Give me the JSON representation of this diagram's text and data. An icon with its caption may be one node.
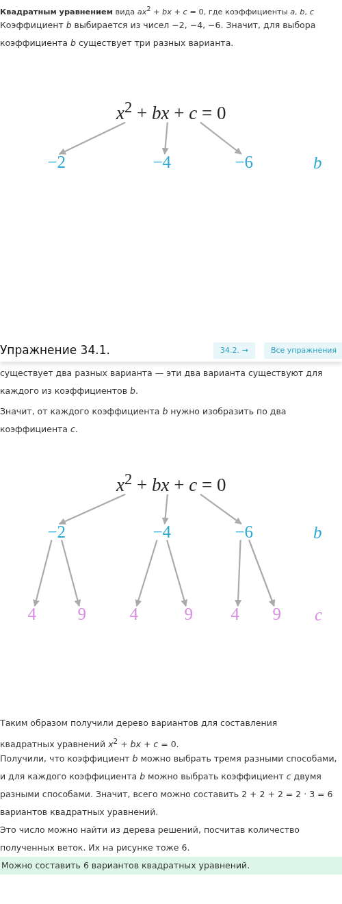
{
  "diagram": {
    "nodes": [
      {
        "text": [
          "*x*$^{2}$ + *bx* + *c* = 0"
        ]
      },
      {
        "text": [
          "−2"
        ]
      },
      {
        "text": [
          "−4"
        ]
      },
      {
        "text": [
          "−6"
        ]
      },
      {
        "text": [
          "*x*$^{2}$ + *bx* + *c* = 0"
        ]
      },
      {
        "text": [
          "−2"
        ]
      },
      {
        "text": [
          "−4"
        ]
      },
      {
        "text": [
          "−6"
        ]
      },
      {
        "text": [
          "4"
        ]
      },
      {
        "text": [
          "9"
        ]
      },
      {
        "text": [
          "4"
        ]
      },
      {
        "text": [
          "9"
        ]
      },
      {
        "text": [
          "4"
        ]
      },
      {
        "text": [
          "9"
        ]
      }
    ],
    "edges": [
      {
        "from": 0,
        "to": 1,
        "arrow": "to"
      },
      {
        "from": 0,
        "to": 2,
        "arrow": "to"
      },
      {
        "from": 0,
        "to": 3,
        "arrow": "to"
      },
      {
        "from": 4,
        "to": 5,
        "arrow": "to"
      },
      {
        "from": 4,
        "to": 6,
        "arrow": "to"
      },
      {
        "from": 4,
        "to": 7,
        "arrow": "to"
      },
      {
        "from": 5,
        "to": 8,
        "arrow": "to"
      },
      {
        "from": 5,
        "to": 9,
        "arrow": "to"
      },
      {
        "from": 6,
        "to": 10,
        "arrow": "to"
      },
      {
        "from": 6,
        "to": 11,
        "arrow": "to"
      },
      {
        "from": 7,
        "to": 12,
        "arrow": "to"
      },
      {
        "from": 7,
        "to": 13,
        "arrow": "to"
      }
    ],
    "labels": [
      "**Квадратным уравнением** вида *ax*$^{2}$ + *bx* + *c* = 0, где коэффициенты *a*, *b*, *c*",
      "Коэффициент *b* выбирается из чисел −2, −4, −6. Значит, для выбора коэффициента *b* существует три разных варианта.",
      "*b*",
      "Упражнение 34.1.",
      "34.2. →",
      "Все упражнения",
      "существует два разных варианта — эти два варианта существуют для каждого из коэффициентов *b*.",
      "Значит, от каждого коэффициента *b* нужно изобразить по два коэффициента *c*.",
      "*b*",
      "*c*",
      "Таким образом получили дерево вариантов для составления квадратных уравнений *x*$^{2}$ + *bx* + *c* = 0.",
      "Получили, что коэффициент *b* можно выбрать тремя разными способами, и для каждого коэффициента *b* можно выбрать коэффициент *c* двумя разными способами. Значит, всего можно составить 2 + 2 + 2 = 2 · 3 = 6 вариантов квадратных уравнений.",
      "Это число можно найти из дерева решений, посчитав количество полученных веток. Их на рисунке тоже 6.",
      "Можно составить 6 вариантов квадратных уравнений."
    ]
  }
}
